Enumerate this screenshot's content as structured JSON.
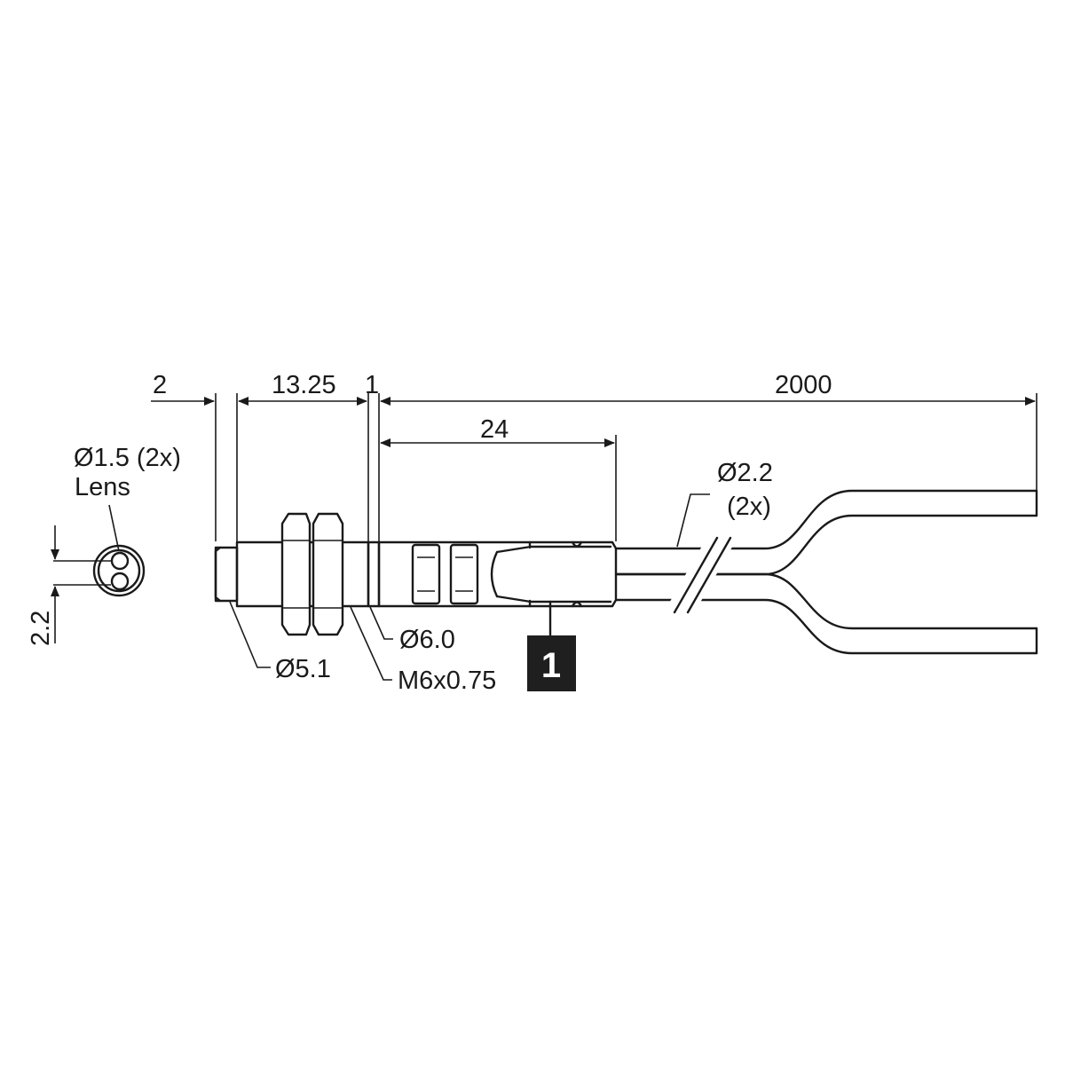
{
  "dimensions": {
    "front_offset": "2",
    "thread_length": "13.25",
    "collar": "1",
    "cable_length": "2000",
    "connector_length": "24",
    "cable_diameter": "Ø2.2",
    "cable_count": "(2x)",
    "lens_diameter": "Ø1.5 (2x)",
    "lens_label": "Lens",
    "lens_spacing": "2.2",
    "nose_diameter": "Ø5.1",
    "thread": "M6x0.75",
    "body_diameter": "Ø6.0"
  },
  "callout": {
    "number": "1"
  },
  "colors": {
    "line": "#1a1a1a",
    "callout_box": "#1f1f1f",
    "callout_text": "#ffffff"
  }
}
